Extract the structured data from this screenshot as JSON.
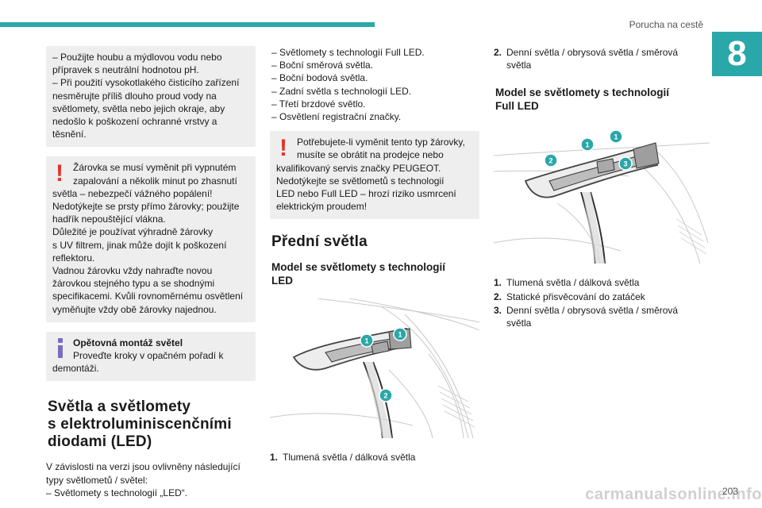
{
  "header": {
    "title": "Porucha na cestě",
    "chapter_number": "8"
  },
  "col1": {
    "intro_lines": [
      "– Použijte houbu a mýdlovou vodu nebo",
      "přípravek s neutrální hodnotou pH.",
      "– Při použití vysokotlakého čisticího zařízení",
      "nesměrujte příliš dlouho proud vody na",
      "světlomety, světla nebo jejich okraje, aby",
      "nedošlo k poškození ochranné vrstvy a",
      "těsnění."
    ],
    "warning_lines": [
      "Žárovka se musí vyměnit při vypnutém",
      "zapalování a několik minut po zhasnutí",
      "světla – nebezpečí vážného popálení!",
      "Nedotýkejte se prsty přímo žárovky; použijte",
      "hadřík nepouštějící vlákna.",
      "Důležité je používat výhradně žárovky",
      "s UV filtrem, jinak může dojít k poškození",
      "reflektoru.",
      "Vadnou žárovku vždy nahraďte novou",
      "žárovkou stejného typu a se shodnými",
      "specifikacemi. Kvůli rovnoměrnému osvětlení",
      "vyměňujte vždy obě žárovky najednou."
    ],
    "info_title": "Opětovná montáž světel",
    "info_lines": [
      "Proveďte kroky v opačném pořadí k",
      "demontáži."
    ],
    "section_title_lines": [
      "Světla a světlomety",
      "s elektroluminiscenčními",
      "diodami (LED)"
    ],
    "section_lines": [
      "V závislosti na verzi jsou ovlivněny následující",
      "typy světlometů / světel:",
      "– Světlomety s technologií „LED“."
    ]
  },
  "col2": {
    "list_lines": [
      "– Světlomety s technologií Full LED.",
      "– Boční směrová světla.",
      "– Boční bodová světla.",
      "– Zadní světla s technologií LED.",
      "– Třetí brzdové světlo.",
      "– Osvětlení registrační značky."
    ],
    "warning_lines": [
      "Potřebujete-li vyměnit tento typ žárovky,",
      "musíte se obrátit na prodejce nebo",
      "kvalifikovaný servis značky PEUGEOT.",
      "Nedotýkejte se světlometů s technologií",
      "LED nebo Full LED – hrozí riziko usmrcení",
      "elektrickým proudem!"
    ],
    "section_title": "Přední světla",
    "subheading_lines": [
      "Model se světlomety s technologií",
      "LED"
    ],
    "figure_callouts": [
      "1",
      "1",
      "2"
    ],
    "legend": [
      {
        "num": "1.",
        "text": "Tlumená světla / dálková světla"
      }
    ]
  },
  "col3": {
    "top_item": {
      "num": "2.",
      "lines": [
        "Denní světla / obrysová světla / směrová",
        "světla"
      ]
    },
    "subheading_lines": [
      "Model se světlomety s technologií",
      "Full LED"
    ],
    "figure_callouts": [
      "1",
      "1",
      "2",
      "3"
    ],
    "legend": [
      {
        "num": "1.",
        "lines": [
          "Tlumená světla / dálková světla"
        ]
      },
      {
        "num": "2.",
        "lines": [
          "Statické přisvěcování do zatáček"
        ]
      },
      {
        "num": "3.",
        "lines": [
          "Denní světla / obrysová světla / směrová",
          "světla"
        ]
      }
    ]
  },
  "footer": {
    "page_number": "203",
    "watermark": "carmanualsonline.info"
  },
  "colors": {
    "accent": "#2aa7a9",
    "warning": "#e2332e",
    "info": "#7b6cc2",
    "box": "#eeeeee"
  }
}
